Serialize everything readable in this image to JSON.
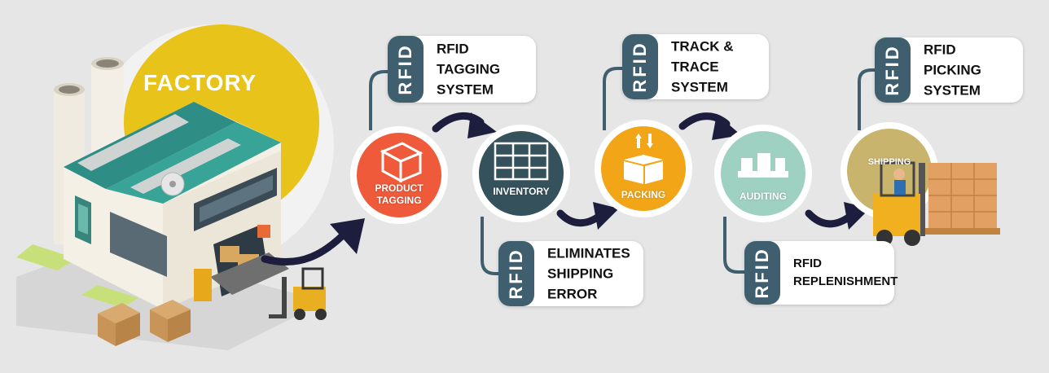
{
  "factory": {
    "title": "FACTORY",
    "sign": "factory"
  },
  "stages": [
    {
      "id": "product-tagging",
      "label": "PRODUCT\nTAGGING",
      "color": "#ee5a3a"
    },
    {
      "id": "inventory",
      "label": "INVENTORY",
      "color": "#34515c"
    },
    {
      "id": "packing",
      "label": "PACKING",
      "color": "#f2a516"
    },
    {
      "id": "auditing",
      "label": "AUDITING",
      "color": "#9fd1c2"
    },
    {
      "id": "shipping",
      "label": "SHIPPING",
      "color": "#c9b46e"
    }
  ],
  "cards": [
    {
      "id": "tagging-system",
      "tag": "RFID",
      "text": "RFID\nTAGGING\nSYSTEM"
    },
    {
      "id": "eliminates-error",
      "tag": "RFID",
      "text": "ELIMINATES\nSHIPPING\nERROR"
    },
    {
      "id": "track-trace",
      "tag": "RFID",
      "text": "TRACK &\nTRACE\nSYSTEM"
    },
    {
      "id": "replenishment",
      "tag": "RFID",
      "text": "RFID\nREPLENISHMENT"
    },
    {
      "id": "picking-system",
      "tag": "RFID",
      "text": "RFID\nPICKING\nSYSTEM"
    }
  ],
  "colors": {
    "tag": "#3f5f6e",
    "arrow": "#1d1d3d",
    "connector": "#3f5f6e",
    "factory_circle": "#e8c31a"
  }
}
